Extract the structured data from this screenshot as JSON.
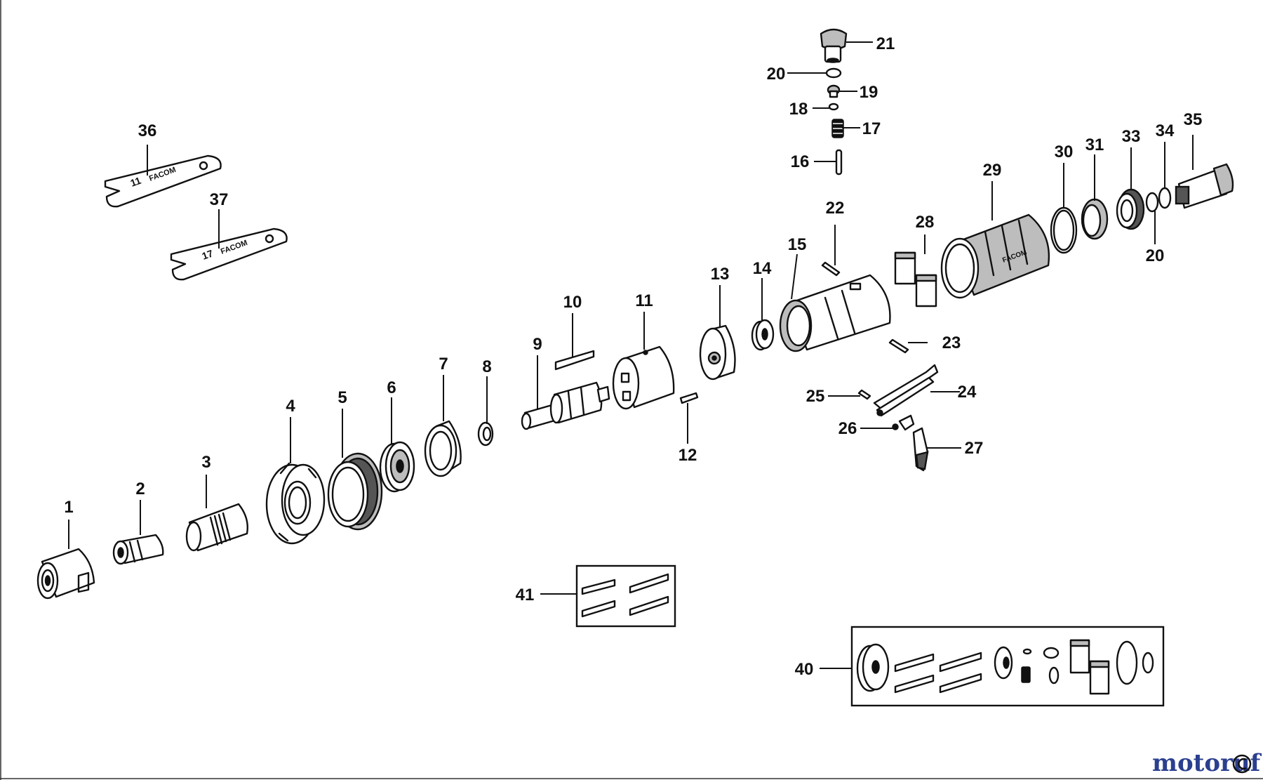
{
  "labels": {
    "p1": "1",
    "p2": "2",
    "p3": "3",
    "p4": "4",
    "p5": "5",
    "p6": "6",
    "p7": "7",
    "p8": "8",
    "p9": "9",
    "p10": "10",
    "p11": "11",
    "p12": "12",
    "p13": "13",
    "p14": "14",
    "p15": "15",
    "p16": "16",
    "p17": "17",
    "p18": "18",
    "p19": "19",
    "p20a": "20",
    "p20b": "20",
    "p21": "21",
    "p22": "22",
    "p23": "23",
    "p24": "24",
    "p25": "25",
    "p26": "26",
    "p27": "27",
    "p28": "28",
    "p29": "29",
    "p30": "30",
    "p31": "31",
    "p33": "33",
    "p34": "34",
    "p35": "35",
    "p36": "36",
    "p37": "37",
    "p40": "40",
    "p41": "41"
  },
  "imprints": {
    "brand": "FACOM",
    "wrench_36_size": "11",
    "wrench_37_size": "17"
  },
  "watermark": {
    "text": "motoruf",
    "colors": [
      "#2b3f8f",
      "#c0392b",
      "#2b3f8f"
    ]
  },
  "icons": [
    "copyright-c-icon"
  ]
}
